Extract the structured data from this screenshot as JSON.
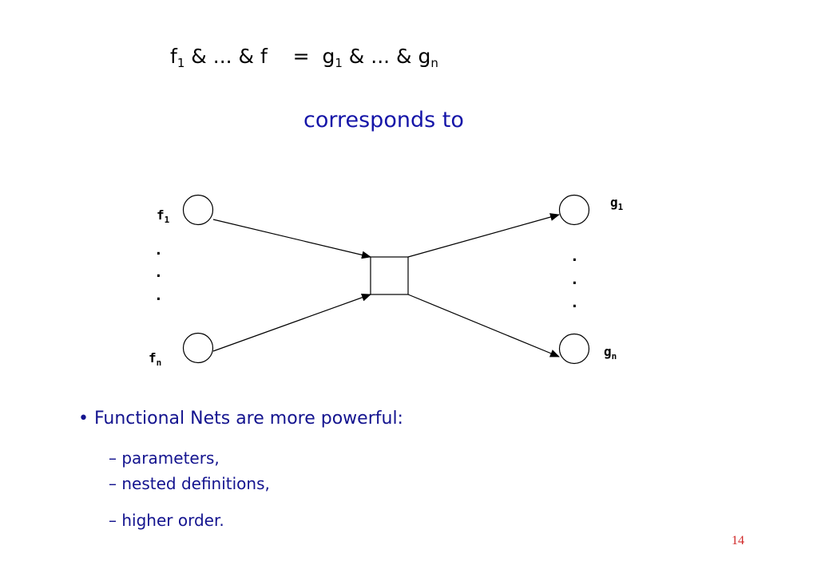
{
  "formula": {
    "lhs_first": "f",
    "lhs_first_sub": "1",
    "lhs_middle": " & ... & f",
    "equals": "=",
    "rhs_first": "g",
    "rhs_first_sub": "1",
    "rhs_middle": " & ... & g",
    "rhs_last_sub": "n"
  },
  "corresponds_to": "corresponds to",
  "diagram": {
    "input_top": {
      "name": "f",
      "sub": "1"
    },
    "input_bottom": {
      "name": "f",
      "sub": "n"
    },
    "output_top": {
      "name": "g",
      "sub": "1"
    },
    "output_bottom": {
      "name": "g",
      "sub": "n"
    },
    "ellipsis_dot": "."
  },
  "bullets": {
    "main": "• Functional Nets are more powerful:",
    "items": [
      "– parameters,",
      "– nested definitions,",
      "– higher order."
    ]
  },
  "page_number": "14",
  "colors": {
    "heading_blue": "#1515a8",
    "bullet_blue": "#14148f",
    "page_number_red": "#d02828"
  }
}
